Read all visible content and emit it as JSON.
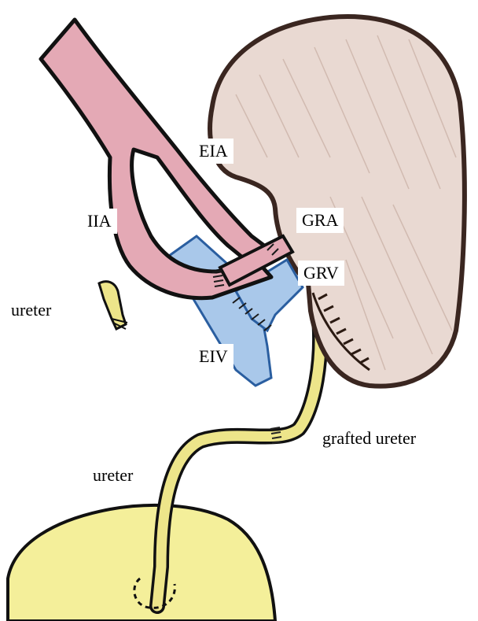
{
  "labels": {
    "eia": "EIA",
    "iia": "IIA",
    "gra": "GRA",
    "grv": "GRV",
    "eiv": "EIV",
    "ureter_cut": "ureter",
    "grafted_ureter": "grafted ureter",
    "ureter_native": "ureter"
  },
  "colors": {
    "kidney": "#e9d9d2",
    "kidney_outline": "#3a2620",
    "artery": "#e4a9b5",
    "artery_outline": "#8a2c3e",
    "vein": "#a9c8ea",
    "vein_outline": "#2a5ea0",
    "ureter": "#ede58a",
    "bladder": "#f4ef9a",
    "suture": "#2b1a12"
  }
}
